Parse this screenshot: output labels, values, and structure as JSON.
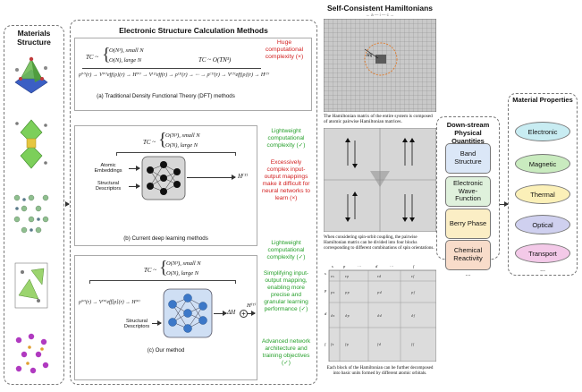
{
  "materials": {
    "title": "Materials\nStructure"
  },
  "methods": {
    "title": "Electronic Structure Calculation Methods",
    "dft": {
      "tc_left": "TC ~",
      "tc_small": "O(N³), small N",
      "tc_large": "O(N), large N",
      "tc_right": "TC ~ O(TN³)",
      "chain": "ρ⁽⁰⁾(r) → V⁽⁰⁾eff[ρ](r) → H⁽⁰⁾ → V⁽¹⁾eff(r) → ρ⁽¹⁾(r) → ··· → ρ⁽ᵀ⁾(r) → V⁽ᵀ⁾eff[ρ](r) → H⁽ᵀ⁾",
      "caption": "(a) Traditional Density Functional Theory (DFT) methods",
      "note": "Huge computational complexity (×)"
    },
    "dl": {
      "tc_left": "TC ~",
      "tc_small": "O(N³), small N",
      "tc_large": "O(N), large N",
      "input1": "Atomic Embeddings",
      "input2": "Structural Descriptors",
      "output": "H⁽ᵀ⁾",
      "caption": "(b) Current deep learning methods",
      "note_green": "Lightweight computational complexity (✓)",
      "note_red": "Excessively complex input-output mappings make it difficult for neural networks to learn (×)"
    },
    "ours": {
      "tc_left": "TC ~",
      "tc_small": "O(N³), small N",
      "tc_large": "O(N), large N",
      "chain": "ρ⁽⁰⁾(r) → V⁽⁰⁾eff[ρ](r) → H⁽⁰⁾",
      "input": "Structural Descriptors",
      "delta": "ΔH",
      "output": "H⁽ᵀ⁾",
      "caption": "(c) Our method",
      "note1": "Lightweight computational complexity (✓)",
      "note2": "Simplifying input-output mapping, enabling more precise and granular learning performance (✓)",
      "note3": "Advanced network architecture and training objectives (✓)"
    }
  },
  "hamiltonian": {
    "title": "Self-Consistent Hamiltonians",
    "top_axis": "← a — i — c →",
    "caption1": "The Hamiltonian matrix of the entire system is composed of atomic pairwise Hamiltonian matrices.",
    "caption2": "When considering spin-orbit coupling, the pairwise Hamiltonian matrix can be divided into four blocks corresponding to different combinations of spin orientations.",
    "caption3": "Each block of the Hamiltonian can be further decomposed into basic units formed by different atomic orbitals.",
    "orb_rows": [
      "s",
      "p",
      "d",
      "f"
    ],
    "orb_cols": [
      "s",
      "p",
      "···",
      "d",
      "···",
      "f"
    ]
  },
  "downstream": {
    "title": "Down-stream Physical Quantities",
    "items": [
      "Band Structure",
      "Electronic Wave-Function",
      "Berry Phase",
      "Chemical Reactivity",
      "..."
    ]
  },
  "properties": {
    "title": "Material Properties",
    "items": [
      {
        "label": "Electronic",
        "color": "#c8ecf2"
      },
      {
        "label": "Magnetic",
        "color": "#c9ebbf"
      },
      {
        "label": "Thermal",
        "color": "#fbf0b8"
      },
      {
        "label": "Optical",
        "color": "#cfd0ef"
      },
      {
        "label": "Transport",
        "color": "#f3c9e8"
      }
    ],
    "more": "..."
  }
}
